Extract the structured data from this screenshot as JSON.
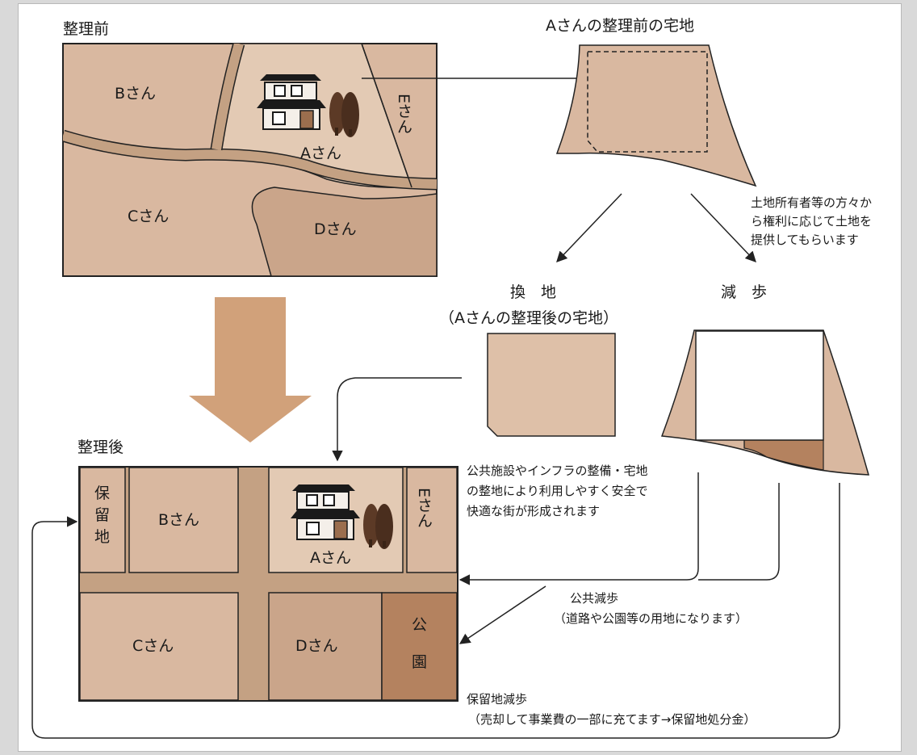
{
  "colors": {
    "land": "#d9b8a0",
    "road": "#c4a183",
    "park": "#b4825f",
    "tree": "#5c3a26",
    "outline": "#222222"
  },
  "before": {
    "title": "整理前",
    "owners": {
      "b": "Bさん",
      "c": "Cさん",
      "d": "Dさん",
      "e": "Eさん",
      "a": "Aさん"
    }
  },
  "a_before_title": "Aさんの整理前の宅地",
  "provide_note": [
    "土地所有者等の方々か",
    "ら権利に応じて土地を",
    "提供してもらいます"
  ],
  "kanchi": {
    "heading": "換　地",
    "sub": "（Aさんの整理後の宅地）"
  },
  "genbu": {
    "heading": "減　歩"
  },
  "after": {
    "title": "整理後",
    "owners": {
      "b": "Bさん",
      "c": "Cさん",
      "d": "Dさん",
      "e": "Eさん",
      "a": "Aさん"
    },
    "reserve": [
      "保",
      "留",
      "地"
    ],
    "park": [
      "公",
      "園"
    ]
  },
  "city_note": [
    "公共施設やインフラの整備・宅地",
    "の整地により利用しやすく安全で",
    "快適な街が形成されます"
  ],
  "public_genbu": {
    "title": "公共減歩",
    "sub": "（道路や公園等の用地になります）"
  },
  "reserve_genbu": {
    "title": "保留地減歩",
    "sub": "（売却して事業費の一部に充てます→保留地処分金）"
  }
}
